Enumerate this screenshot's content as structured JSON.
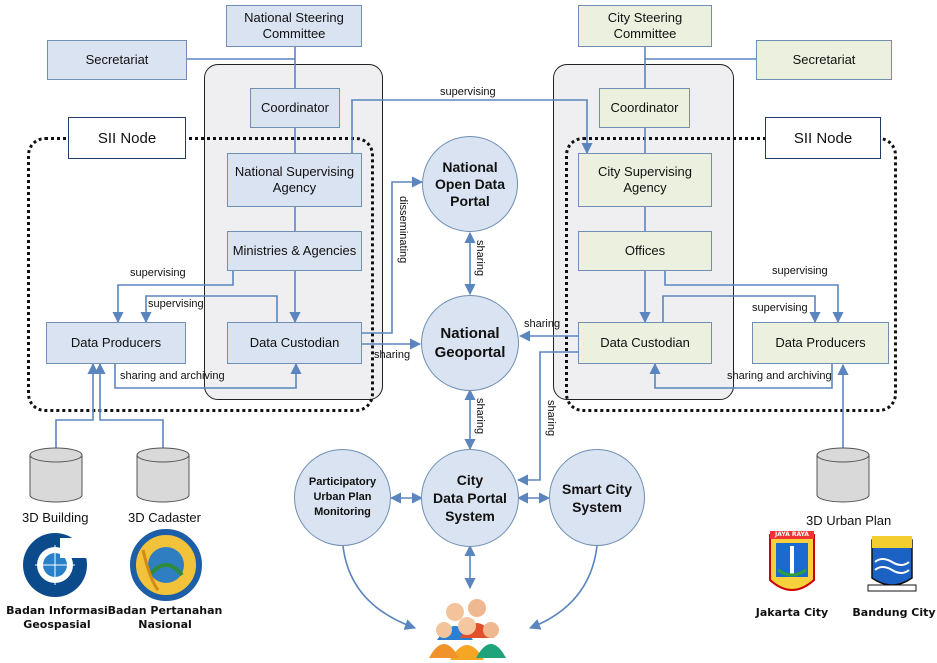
{
  "national": {
    "steering": "National Steering\nCommittee",
    "secretariat": "Secretariat",
    "coordinator": "Coordinator",
    "supervising_agency": "National Supervising\nAgency",
    "ministries": "Ministries & Agencies",
    "custodian": "Data Custodian",
    "producers": "Data Producers",
    "node": "SII Node"
  },
  "city": {
    "steering": "City Steering\nCommittee",
    "secretariat": "Secretariat",
    "coordinator": "Coordinator",
    "supervising_agency": "City Supervising\nAgency",
    "offices": "Offices",
    "custodian": "Data Custodian",
    "producers": "Data Producers",
    "node": "SII Node"
  },
  "portals": {
    "open_data": "National\nOpen Data\nPortal",
    "geoportal": "National\nGeoportal",
    "city_portal": "City\nData Portal\nSystem",
    "participatory": "Participatory\nUrban Plan\nMonitoring",
    "smart_city": "Smart City\nSystem"
  },
  "edge_labels": {
    "supervising_top": "supervising",
    "supervising_left_1": "supervising",
    "supervising_left_2": "supervising",
    "sharing_archiving_left": "sharing and archiving",
    "sharing_custodian": "sharing",
    "disseminating": "disseminating",
    "sharing_open_geo": "sharing",
    "sharing_city_geo": "sharing",
    "sharing_geo_city": "sharing",
    "sharing_city_custodian": "sharing",
    "supervising_right_1": "supervising",
    "supervising_right_2": "supervising",
    "sharing_archiving_right": "sharing and archiving"
  },
  "databases": {
    "building": "3D Building",
    "cadaster": "3D Cadaster",
    "urban_plan": "3D Urban Plan"
  },
  "logos": {
    "big": "Badan Informasi\nGeospasial",
    "bpn": "Badan Pertanahan\nNasional",
    "jakarta": "Jakarta City",
    "jakarta_motto": "JAYA RAYA",
    "bandung": "Bandung City"
  },
  "colors": {
    "blue_box": "#dae3f1",
    "green_box": "#ebf1de",
    "arrow": "#5b85bf",
    "group": "#efeff2"
  }
}
